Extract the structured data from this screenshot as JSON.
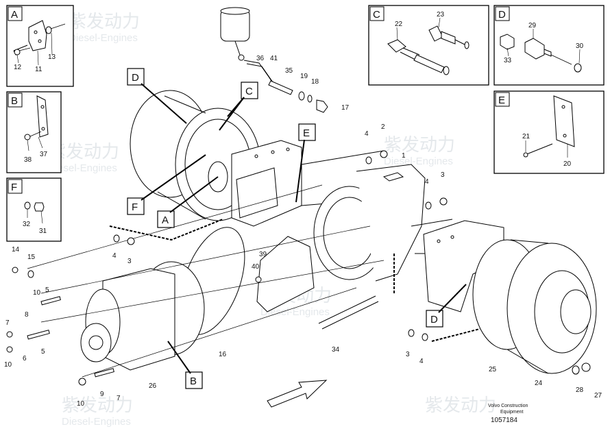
{
  "watermark": {
    "logo_text": "紫发动力",
    "sub_text": "Diesel-Engines"
  },
  "insets": {
    "A": {
      "letter": "A",
      "labels": {
        "n13": "13",
        "n12": "12",
        "n11": "11"
      }
    },
    "B": {
      "letter": "B",
      "labels": {
        "n38": "38",
        "n37": "37"
      }
    },
    "F": {
      "letter": "F",
      "labels": {
        "n32": "32",
        "n31": "31"
      }
    },
    "C": {
      "letter": "C",
      "labels": {
        "n22": "22",
        "n23": "23"
      }
    },
    "D": {
      "letter": "D",
      "labels": {
        "n29": "29",
        "n30": "30",
        "n33": "33"
      }
    },
    "E": {
      "letter": "E",
      "labels": {
        "n21": "21",
        "n20": "20"
      }
    }
  },
  "callout_letters": {
    "D1": "D",
    "C1": "C",
    "E1": "E",
    "F1": "F",
    "A1": "A",
    "B1": "B",
    "D2": "D"
  },
  "part_numbers": {
    "p36": "36",
    "p41": "41",
    "p35": "35",
    "p19": "19",
    "p18": "18",
    "p17": "17",
    "p4a": "4",
    "p2": "2",
    "p1": "1",
    "p4b": "4",
    "p3a": "3",
    "p4c": "4",
    "p3b": "3",
    "p39": "39",
    "p40": "40",
    "p14": "14",
    "p15": "15",
    "p10a": "10",
    "p5a": "5",
    "p8": "8",
    "p7a": "7",
    "p10b": "10",
    "p6": "6",
    "p5b": "5",
    "p16": "16",
    "p34": "34",
    "p3c": "3",
    "p4d": "4",
    "p25": "25",
    "p24": "24",
    "p28": "28",
    "p27": "27",
    "p26": "26",
    "p9": "9",
    "p7b": "7",
    "p10c": "10"
  },
  "footer": {
    "line1": "Volvo Construction",
    "line2": "Equipment",
    "doc_number": "1057184"
  }
}
